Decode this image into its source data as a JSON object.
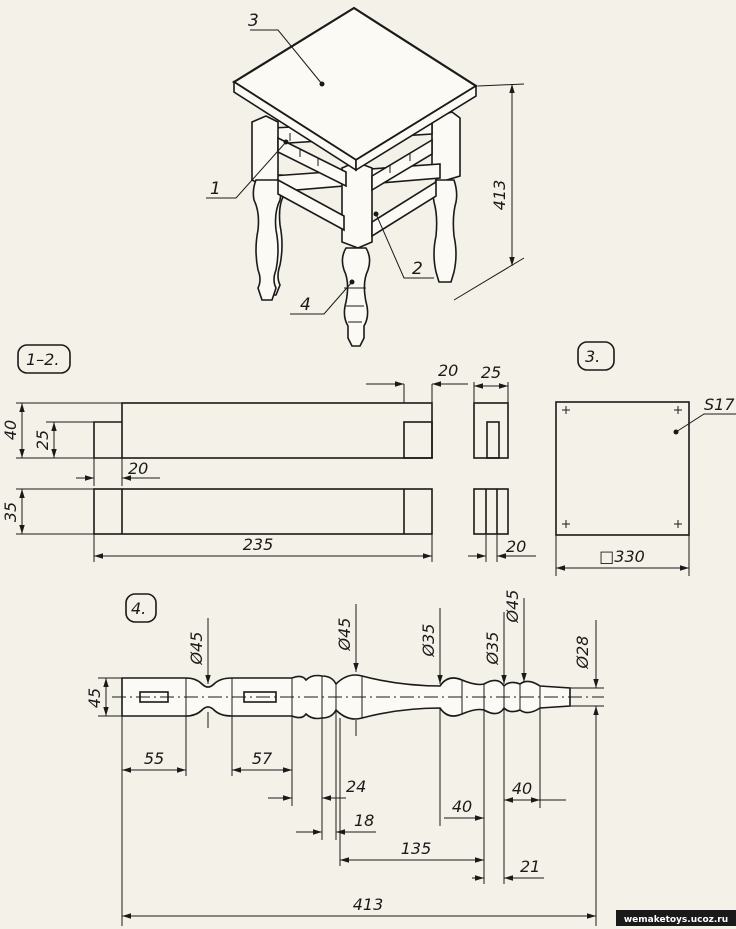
{
  "views": {
    "assembly": {
      "parts": [
        {
          "num": "3"
        },
        {
          "num": "1"
        },
        {
          "num": "2"
        },
        {
          "num": "4"
        }
      ],
      "height_dim": "413"
    },
    "rails": {
      "tag": "1–2.",
      "dims": {
        "top_h": "40",
        "tenon_h": "25",
        "tenon_len": "20",
        "bottom_h": "35",
        "length": "235",
        "end_offset": "20",
        "end_w": "25",
        "end_depth": "20"
      }
    },
    "seat": {
      "tag": "3.",
      "thickness": "S17",
      "size": "□330"
    },
    "leg": {
      "tag": "4.",
      "dims": {
        "square": "45",
        "d1": "Ø45",
        "d2": "Ø45",
        "d3": "Ø35",
        "d4": "Ø35",
        "d5": "Ø45",
        "d6": "Ø28",
        "mortise1": "55",
        "mortise2": "57",
        "bead": "24",
        "ring": "18",
        "vase": "135",
        "seg1": "40",
        "seg2": "40",
        "neck": "21",
        "total": "413"
      }
    }
  },
  "watermark": "wemaketoys.ucoz.ru"
}
